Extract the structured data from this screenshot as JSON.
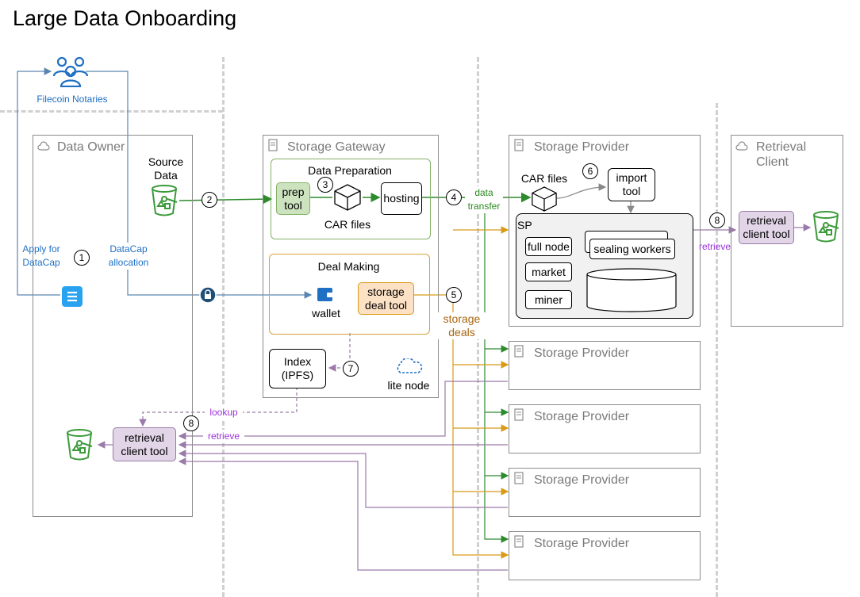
{
  "title": "Large Data Onboarding",
  "notaries": {
    "label": "Filecoin Notaries"
  },
  "data_owner": {
    "title": "Data Owner",
    "source_data": "Source\nData",
    "apply": "Apply for\nDataCap",
    "allocation": "DataCap\nallocation",
    "retrieval_tool": "retrieval\nclient tool"
  },
  "gateway": {
    "title": "Storage Gateway",
    "data_prep": {
      "title": "Data Preparation",
      "prep_tool": "prep\ntool",
      "car_files": "CAR files",
      "hosting": "hosting"
    },
    "deal_making": {
      "title": "Deal Making",
      "wallet": "wallet",
      "storage_deal_tool": "storage\ndeal tool"
    },
    "index": "Index\n(IPFS)",
    "lite_node": "lite node"
  },
  "provider_main": {
    "title": "Storage Provider",
    "car_files": "CAR files",
    "import_tool": "import\ntool",
    "sp_label": "SP",
    "full_node": "full node",
    "sealing_workers": "sealing workers",
    "market": "market",
    "miner": "miner"
  },
  "providers": [
    {
      "title": "Storage Provider"
    },
    {
      "title": "Storage Provider"
    },
    {
      "title": "Storage Provider"
    },
    {
      "title": "Storage Provider"
    }
  ],
  "retrieval_client": {
    "title": "Retrieval\nClient",
    "tool": "retrieval\nclient tool"
  },
  "edges": {
    "data_transfer": "data\ntransfer",
    "storage_deals": "storage\ndeals",
    "retrieve_right": "retrieve",
    "lookup": "lookup",
    "retrieve_left": "retrieve"
  },
  "steps": [
    "1",
    "2",
    "3",
    "4",
    "5",
    "6",
    "7",
    "8",
    "8"
  ],
  "colors": {
    "green": "#2d8a2d",
    "orange": "#d89a17",
    "purple": "#9a7aa8",
    "blue": "#5a86b0",
    "prep_fill": "#cde3c0",
    "deal_fill": "#fde1c4",
    "retrieval_fill": "#e1d5e7",
    "retrieve_text": "#9b33d8",
    "deals_text": "#a8650e",
    "transfer_text": "#2b8a1f"
  }
}
